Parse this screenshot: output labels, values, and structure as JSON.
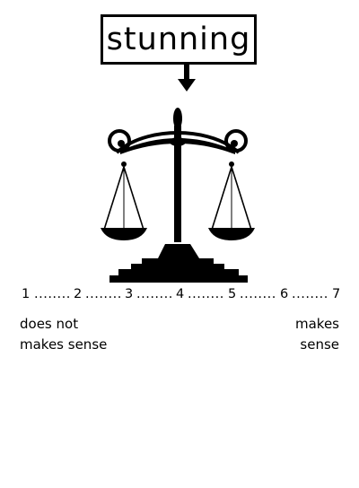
{
  "target_word": "stunning",
  "icons": {
    "pointer": "down-arrow-icon",
    "balance": "balance-scale-icon"
  },
  "scale": {
    "points": [
      "1",
      "2",
      "3",
      "4",
      "5",
      "6",
      "7"
    ],
    "separator": "........",
    "left_anchor": [
      "does not",
      "makes sense"
    ],
    "right_anchor": [
      "makes",
      "sense"
    ]
  }
}
